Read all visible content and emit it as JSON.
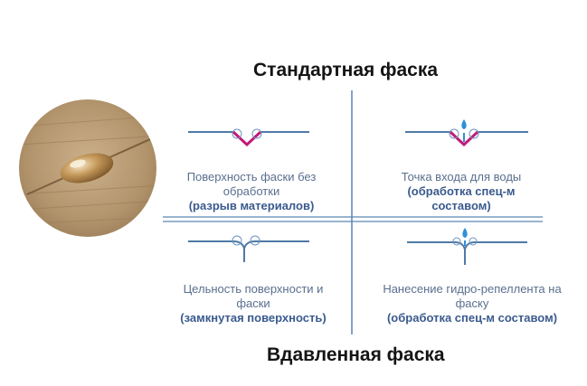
{
  "titles": {
    "top": "Стандартная фаска",
    "bottom": "Вдавленная фаска"
  },
  "captions": {
    "top_left": {
      "main": "Поверхность фаски без обработки",
      "sub": "(разрыв материалов)"
    },
    "top_right": {
      "main": "Точка входа для воды",
      "sub": "(обработка спец-м составом)"
    },
    "bottom_left": {
      "main": "Цельность поверхности и фаски",
      "sub": "(замкнутая поверхность)"
    },
    "bottom_right": {
      "main": "Нанесение гидро-репеллента на фаску",
      "sub": "(обработка спец-м составом)"
    }
  },
  "colors": {
    "line": "#4f7aa6",
    "accent": "#c2187a",
    "water": "#2f8fd8",
    "wood_light": "#c2a680",
    "wood_dark": "#8a6a45"
  }
}
